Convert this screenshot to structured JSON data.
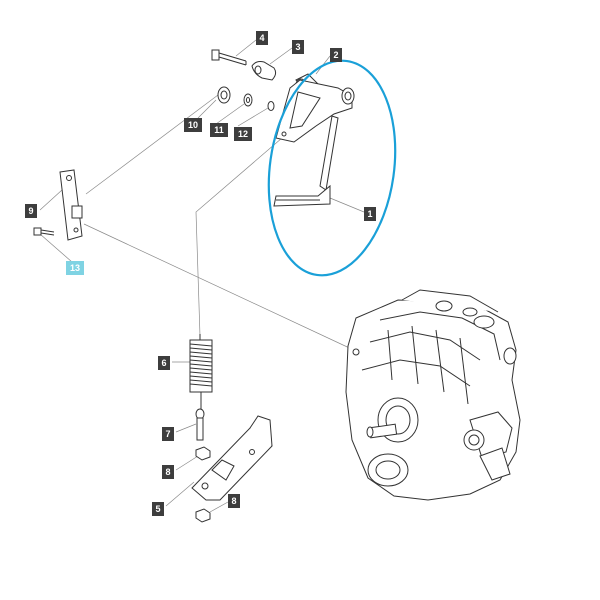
{
  "callouts": [
    {
      "id": "c1",
      "label": "1",
      "highlight": false
    },
    {
      "id": "c2",
      "label": "2",
      "highlight": false
    },
    {
      "id": "c3",
      "label": "3",
      "highlight": false
    },
    {
      "id": "c4",
      "label": "4",
      "highlight": false
    },
    {
      "id": "c5",
      "label": "5",
      "highlight": false
    },
    {
      "id": "c6",
      "label": "6",
      "highlight": false
    },
    {
      "id": "c7",
      "label": "7",
      "highlight": false
    },
    {
      "id": "c8a",
      "label": "8",
      "highlight": false
    },
    {
      "id": "c8b",
      "label": "8",
      "highlight": false
    },
    {
      "id": "c9",
      "label": "9",
      "highlight": false
    },
    {
      "id": "c10",
      "label": "10",
      "highlight": false
    },
    {
      "id": "c11",
      "label": "11",
      "highlight": false
    },
    {
      "id": "c12",
      "label": "12",
      "highlight": false
    },
    {
      "id": "c13",
      "label": "13",
      "highlight": true
    }
  ],
  "colors": {
    "line": "#333333",
    "leader": "#888888",
    "callout_bg": "#3d3d3d",
    "callout_highlight": "#7fd3e3",
    "selection_ellipse": "#1aa0d8"
  }
}
